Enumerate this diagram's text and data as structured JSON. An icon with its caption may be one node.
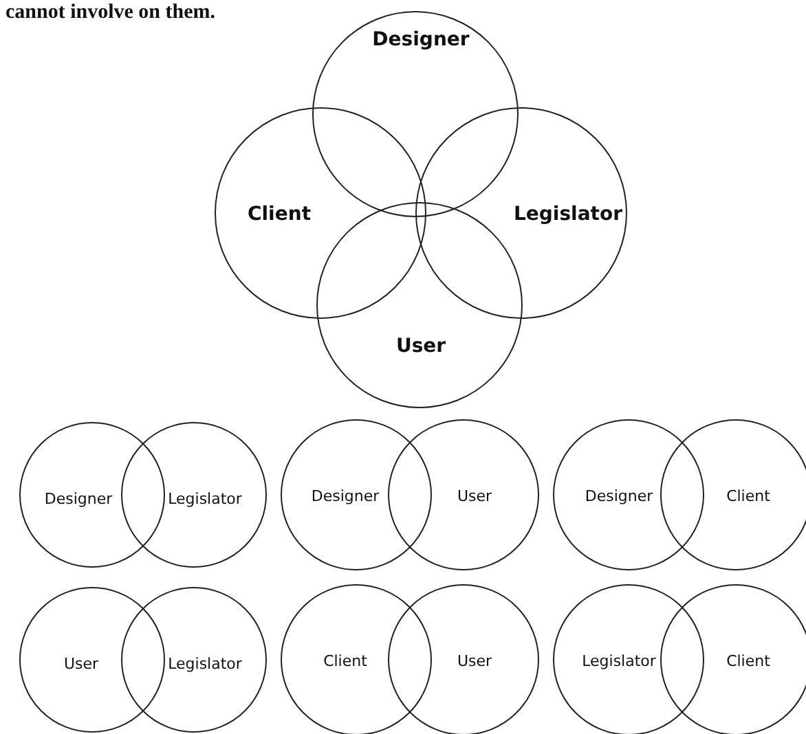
{
  "diagram": {
    "nodes": [
      {
        "text": [
          "Designer"
        ]
      },
      {
        "text": [
          "Client"
        ]
      },
      {
        "text": [
          "Legislator"
        ]
      },
      {
        "text": [
          "User"
        ]
      },
      {
        "text": [
          "Designer"
        ]
      },
      {
        "text": [
          "Legislator"
        ]
      },
      {
        "text": [
          "Designer"
        ]
      },
      {
        "text": [
          "User"
        ]
      },
      {
        "text": [
          "Designer"
        ]
      },
      {
        "text": [
          "Client"
        ]
      },
      {
        "text": [
          "User"
        ]
      },
      {
        "text": [
          "Legislator"
        ]
      },
      {
        "text": [
          "Client"
        ]
      },
      {
        "text": [
          "User"
        ]
      },
      {
        "text": [
          "Legislator"
        ]
      },
      {
        "text": [
          "Client"
        ]
      }
    ],
    "labels": [
      "cannot involve on them."
    ]
  }
}
